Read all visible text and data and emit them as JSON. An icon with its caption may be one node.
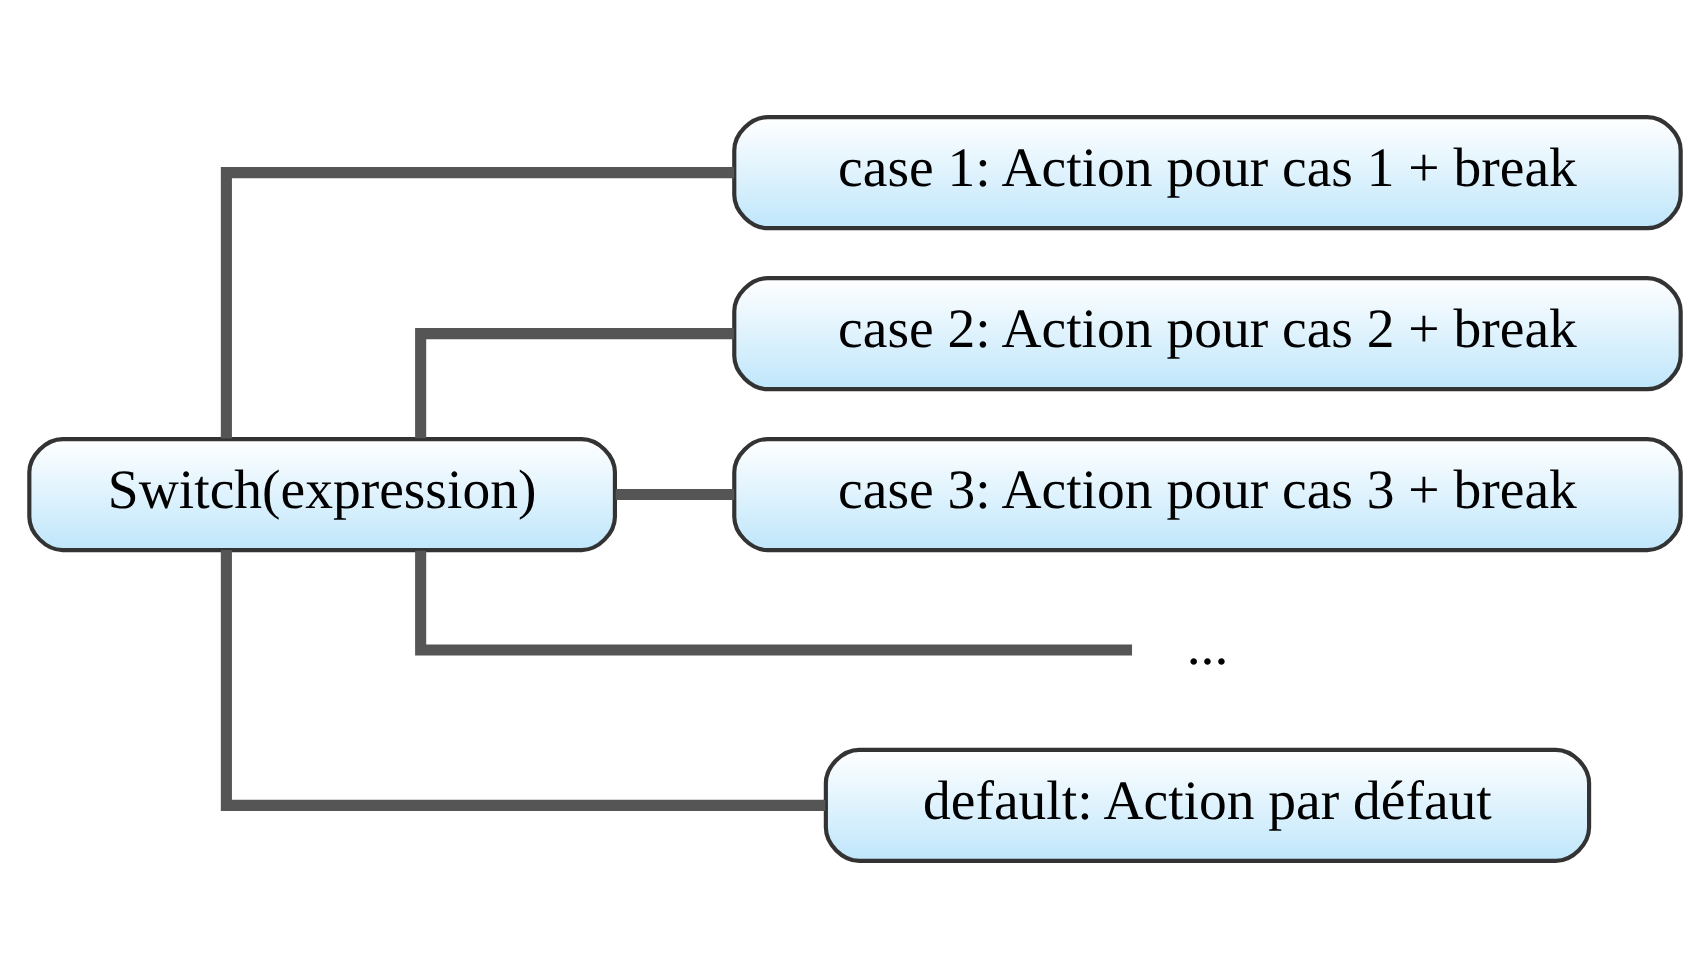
{
  "diagram": {
    "nodes": [
      {
        "text": [
          "Switch(expression)"
        ]
      },
      {
        "text": [
          "case 1: Action pour cas 1 + break"
        ]
      },
      {
        "text": [
          "case 2: Action pour cas 2 + break"
        ]
      },
      {
        "text": [
          "case 3: Action pour cas 3 + break"
        ]
      },
      {
        "text": [
          "..."
        ]
      },
      {
        "text": [
          "default: Action par défaut"
        ]
      }
    ],
    "edges": [
      {
        "from": 0,
        "to": 1,
        "arrow": "none"
      },
      {
        "from": 0,
        "to": 2,
        "arrow": "none"
      },
      {
        "from": 0,
        "to": 3,
        "arrow": "none"
      },
      {
        "from": 0,
        "to": 4,
        "arrow": "none"
      },
      {
        "from": 0,
        "to": 5,
        "arrow": "none"
      }
    ]
  }
}
